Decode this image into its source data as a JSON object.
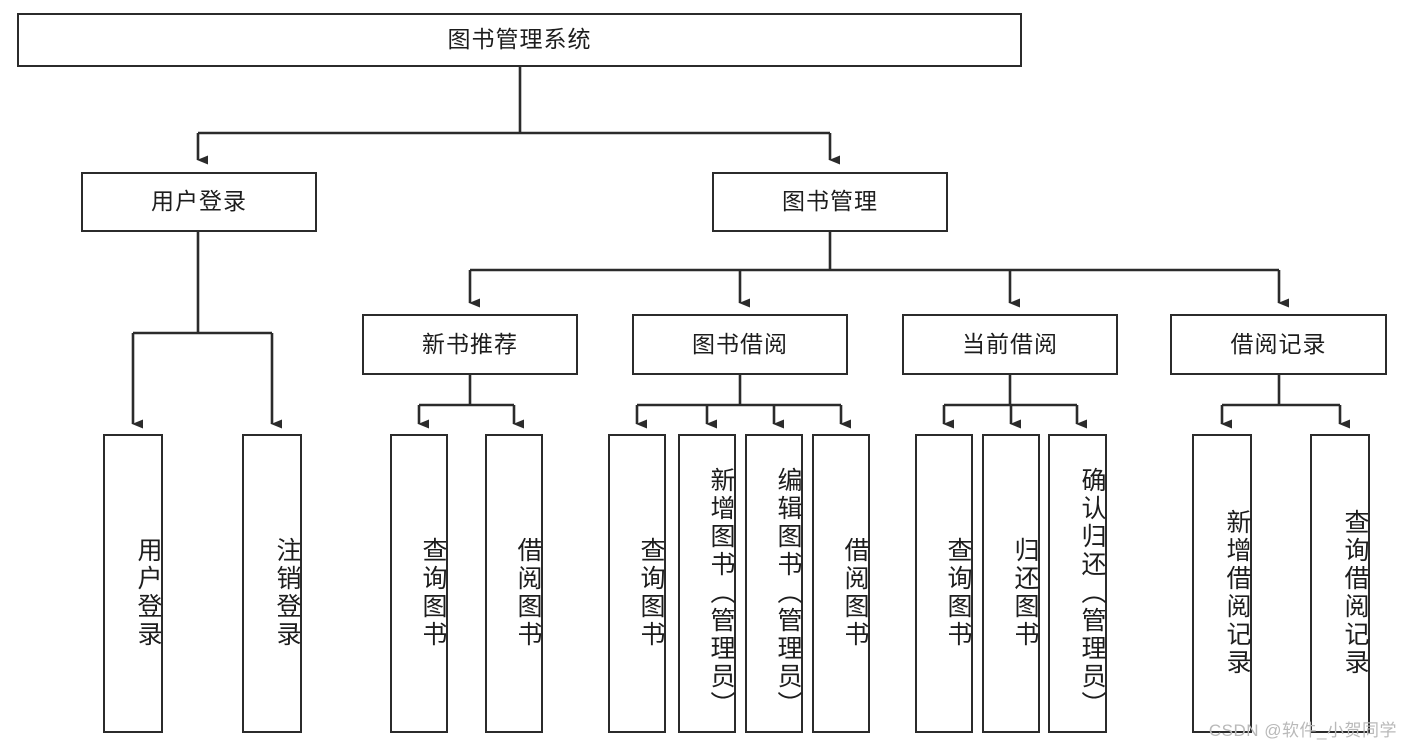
{
  "diagram": {
    "title": "图书管理系统",
    "type": "tree-hierarchy",
    "orientation": "top-down",
    "stroke_color": "#2b2b2b",
    "fill_color": "#ffffff",
    "text_color": "#1d1d1d"
  },
  "nodes": {
    "root": {
      "label": "图书管理系统",
      "level": 1
    },
    "level2": [
      {
        "id": "user-login",
        "label": "用户登录"
      },
      {
        "id": "book-management",
        "label": "图书管理"
      }
    ],
    "level3": [
      {
        "id": "new-book-recommend",
        "label": "新书推荐",
        "parent": "book-management"
      },
      {
        "id": "book-borrow",
        "label": "图书借阅",
        "parent": "book-management"
      },
      {
        "id": "current-borrow",
        "label": "当前借阅",
        "parent": "book-management"
      },
      {
        "id": "borrow-record",
        "label": "借阅记录",
        "parent": "book-management"
      }
    ],
    "leaves": [
      {
        "id": "leaf-user-login",
        "label": "用户登录",
        "parent": "user-login"
      },
      {
        "id": "leaf-user-logout",
        "label": "注销登录",
        "parent": "user-login"
      },
      {
        "id": "leaf-query-book-1",
        "label": "查询图书",
        "parent": "new-book-recommend"
      },
      {
        "id": "leaf-borrow-book-1",
        "label": "借阅图书",
        "parent": "new-book-recommend"
      },
      {
        "id": "leaf-query-book-2",
        "label": "查询图书",
        "parent": "book-borrow"
      },
      {
        "id": "leaf-add-book",
        "label": "新增图书（管理员）",
        "parent": "book-borrow"
      },
      {
        "id": "leaf-edit-book",
        "label": "编辑图书（管理员）",
        "parent": "book-borrow"
      },
      {
        "id": "leaf-borrow-book-2",
        "label": "借阅图书",
        "parent": "book-borrow"
      },
      {
        "id": "leaf-query-book-3",
        "label": "查询图书",
        "parent": "current-borrow"
      },
      {
        "id": "leaf-return-book",
        "label": "归还图书",
        "parent": "current-borrow"
      },
      {
        "id": "leaf-confirm-return",
        "label": "确认归还（管理员）",
        "parent": "current-borrow"
      },
      {
        "id": "leaf-add-record",
        "label": "新增借阅记录",
        "parent": "borrow-record"
      },
      {
        "id": "leaf-query-record",
        "label": "查询借阅记录",
        "parent": "borrow-record"
      }
    ]
  },
  "watermark": {
    "text": "CSDN @软件_小贺同学"
  }
}
